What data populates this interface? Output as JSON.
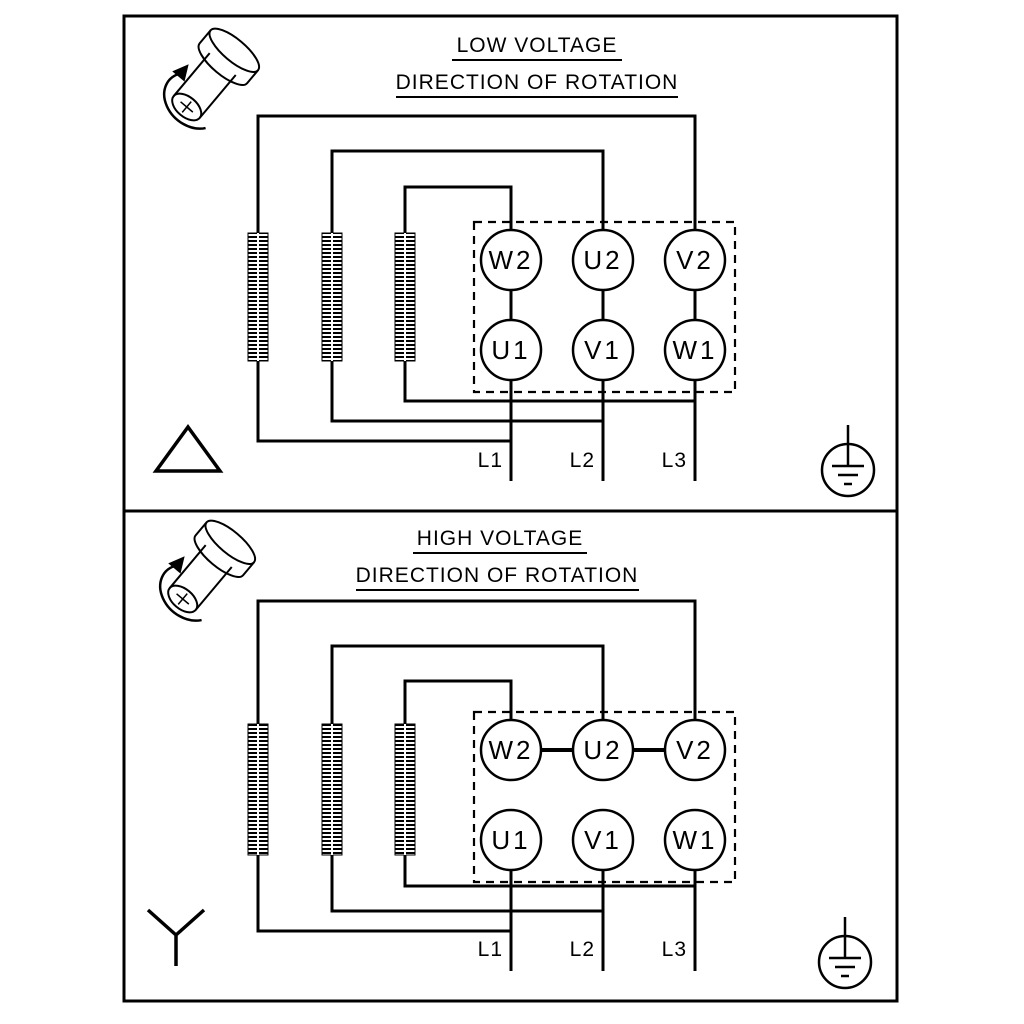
{
  "diagram": {
    "type": "motor-terminal-wiring-diagram",
    "colors": {
      "line": "#000000",
      "background": "#ffffff"
    },
    "icons": {
      "rotation": "rotating-shaft-with-arrow",
      "ground": "protective-earth",
      "delta": "delta-connection",
      "star": "star-connection"
    },
    "panels": [
      {
        "title": "LOW VOLTAGE",
        "subtitle": "DIRECTION OF ROTATION",
        "connection": "delta",
        "terminals": {
          "top": [
            "W2",
            "U2",
            "V2"
          ],
          "bottom": [
            "U1",
            "V1",
            "W1"
          ]
        },
        "supply_lines": [
          "L1",
          "L2",
          "L3"
        ]
      },
      {
        "title": "HIGH VOLTAGE",
        "subtitle": "DIRECTION OF ROTATION",
        "connection": "star",
        "terminals": {
          "top": [
            "W2",
            "U2",
            "V2"
          ],
          "bottom": [
            "U1",
            "V1",
            "W1"
          ]
        },
        "supply_lines": [
          "L1",
          "L2",
          "L3"
        ]
      }
    ]
  }
}
